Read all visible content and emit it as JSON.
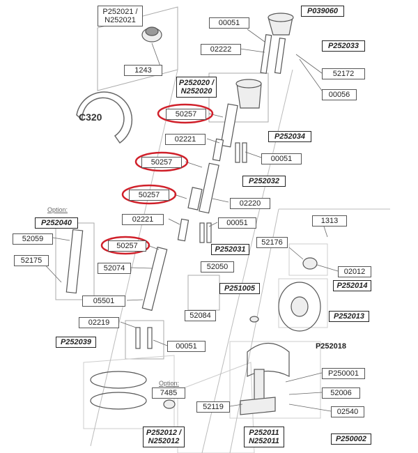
{
  "labels": {
    "P252021": "P252021 /",
    "N252021": "N252021",
    "l1243": "1243",
    "l00051_top": "00051",
    "P039060": "P039060",
    "l02222": "02222",
    "P252033": "P252033",
    "l52172": "52172",
    "P252020": "P252020 /",
    "N252020": "N252020",
    "l00056": "00056",
    "C320": "C320",
    "l50257_a": "50257",
    "l02221_a": "02221",
    "P252034": "P252034",
    "l50257_b": "50257",
    "l00051_b": "00051",
    "P252032": "P252032",
    "l50257_c": "50257",
    "l02220": "02220",
    "option_a": "Option:",
    "P252040": "P252040",
    "l02221_b": "02221",
    "l00051_c": "00051",
    "l1313": "1313",
    "l52059": "52059",
    "l50257_d": "50257",
    "P252031": "P252031",
    "l52176": "52176",
    "l52175": "52175",
    "l52074": "52074",
    "l52050": "52050",
    "l02012": "02012",
    "P252014": "P252014",
    "P251005": "P251005",
    "l05501": "05501",
    "P252013": "P252013",
    "l52084": "52084",
    "l02219": "02219",
    "P252039": "P252039",
    "l00051_d": "00051",
    "P252018": "P252018",
    "P250001": "P250001",
    "option_b": "Option:",
    "l7485": "7485",
    "l52006": "52006",
    "l52119": "52119",
    "l02540": "02540",
    "P252012": "P252012 /",
    "N252012": "N252012",
    "P252011": "P252011",
    "N252011": "N252011",
    "P250002": "P250002"
  },
  "colors": {
    "line": "#888888",
    "part": "#777777",
    "highlight": "#d0202a"
  }
}
